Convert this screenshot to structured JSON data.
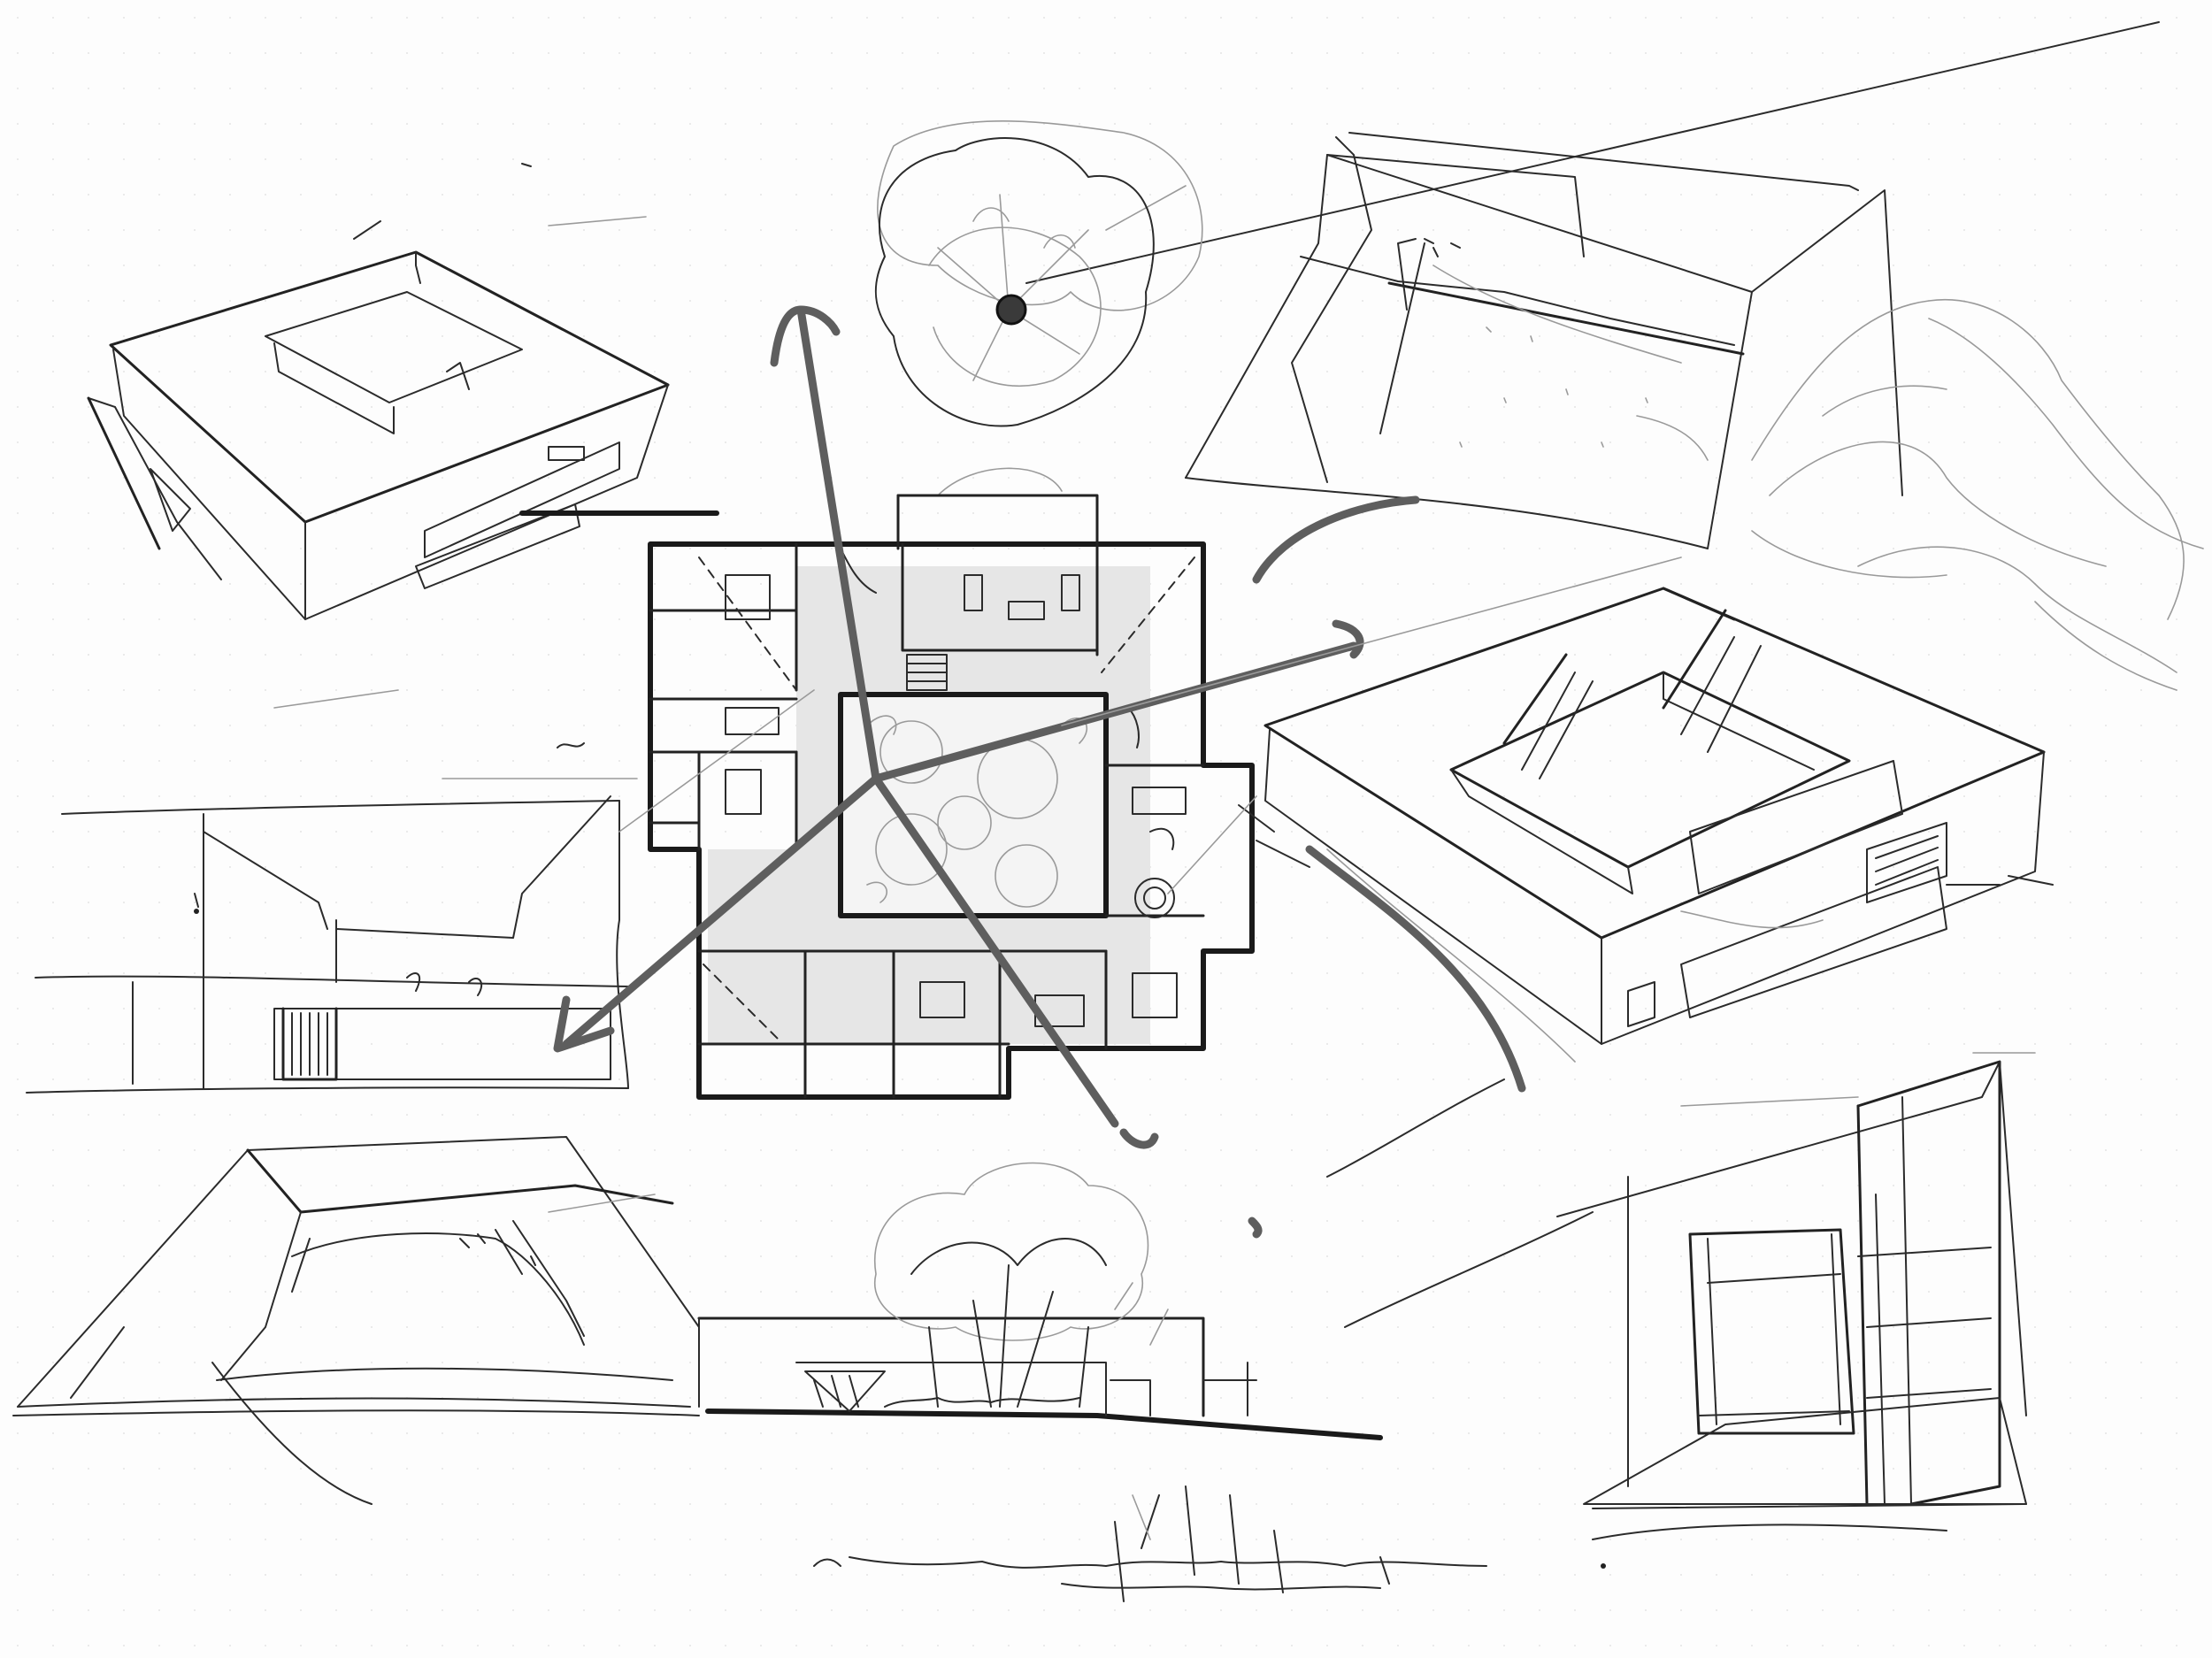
{
  "sheet": {
    "background": "#fdfdfd",
    "ink": "#222222",
    "arrow_ink": "#5e5e5e",
    "shade": "#e6e6e6"
  },
  "drawings": [
    {
      "name": "axonometric-courtyard-top-left"
    },
    {
      "name": "tree-plan-top"
    },
    {
      "name": "perspective-wall-top-right"
    },
    {
      "name": "elevation-left"
    },
    {
      "name": "floor-plan-center"
    },
    {
      "name": "axonometric-courtyard-right"
    },
    {
      "name": "perspective-bottom-left"
    },
    {
      "name": "section-with-tree-bottom"
    },
    {
      "name": "frame-perspective-bottom-right"
    },
    {
      "name": "ground-line-bottom"
    }
  ],
  "arrows": [
    {
      "name": "arrow-north"
    },
    {
      "name": "arrow-east"
    },
    {
      "name": "arrow-southwest"
    },
    {
      "name": "arrow-south"
    }
  ]
}
